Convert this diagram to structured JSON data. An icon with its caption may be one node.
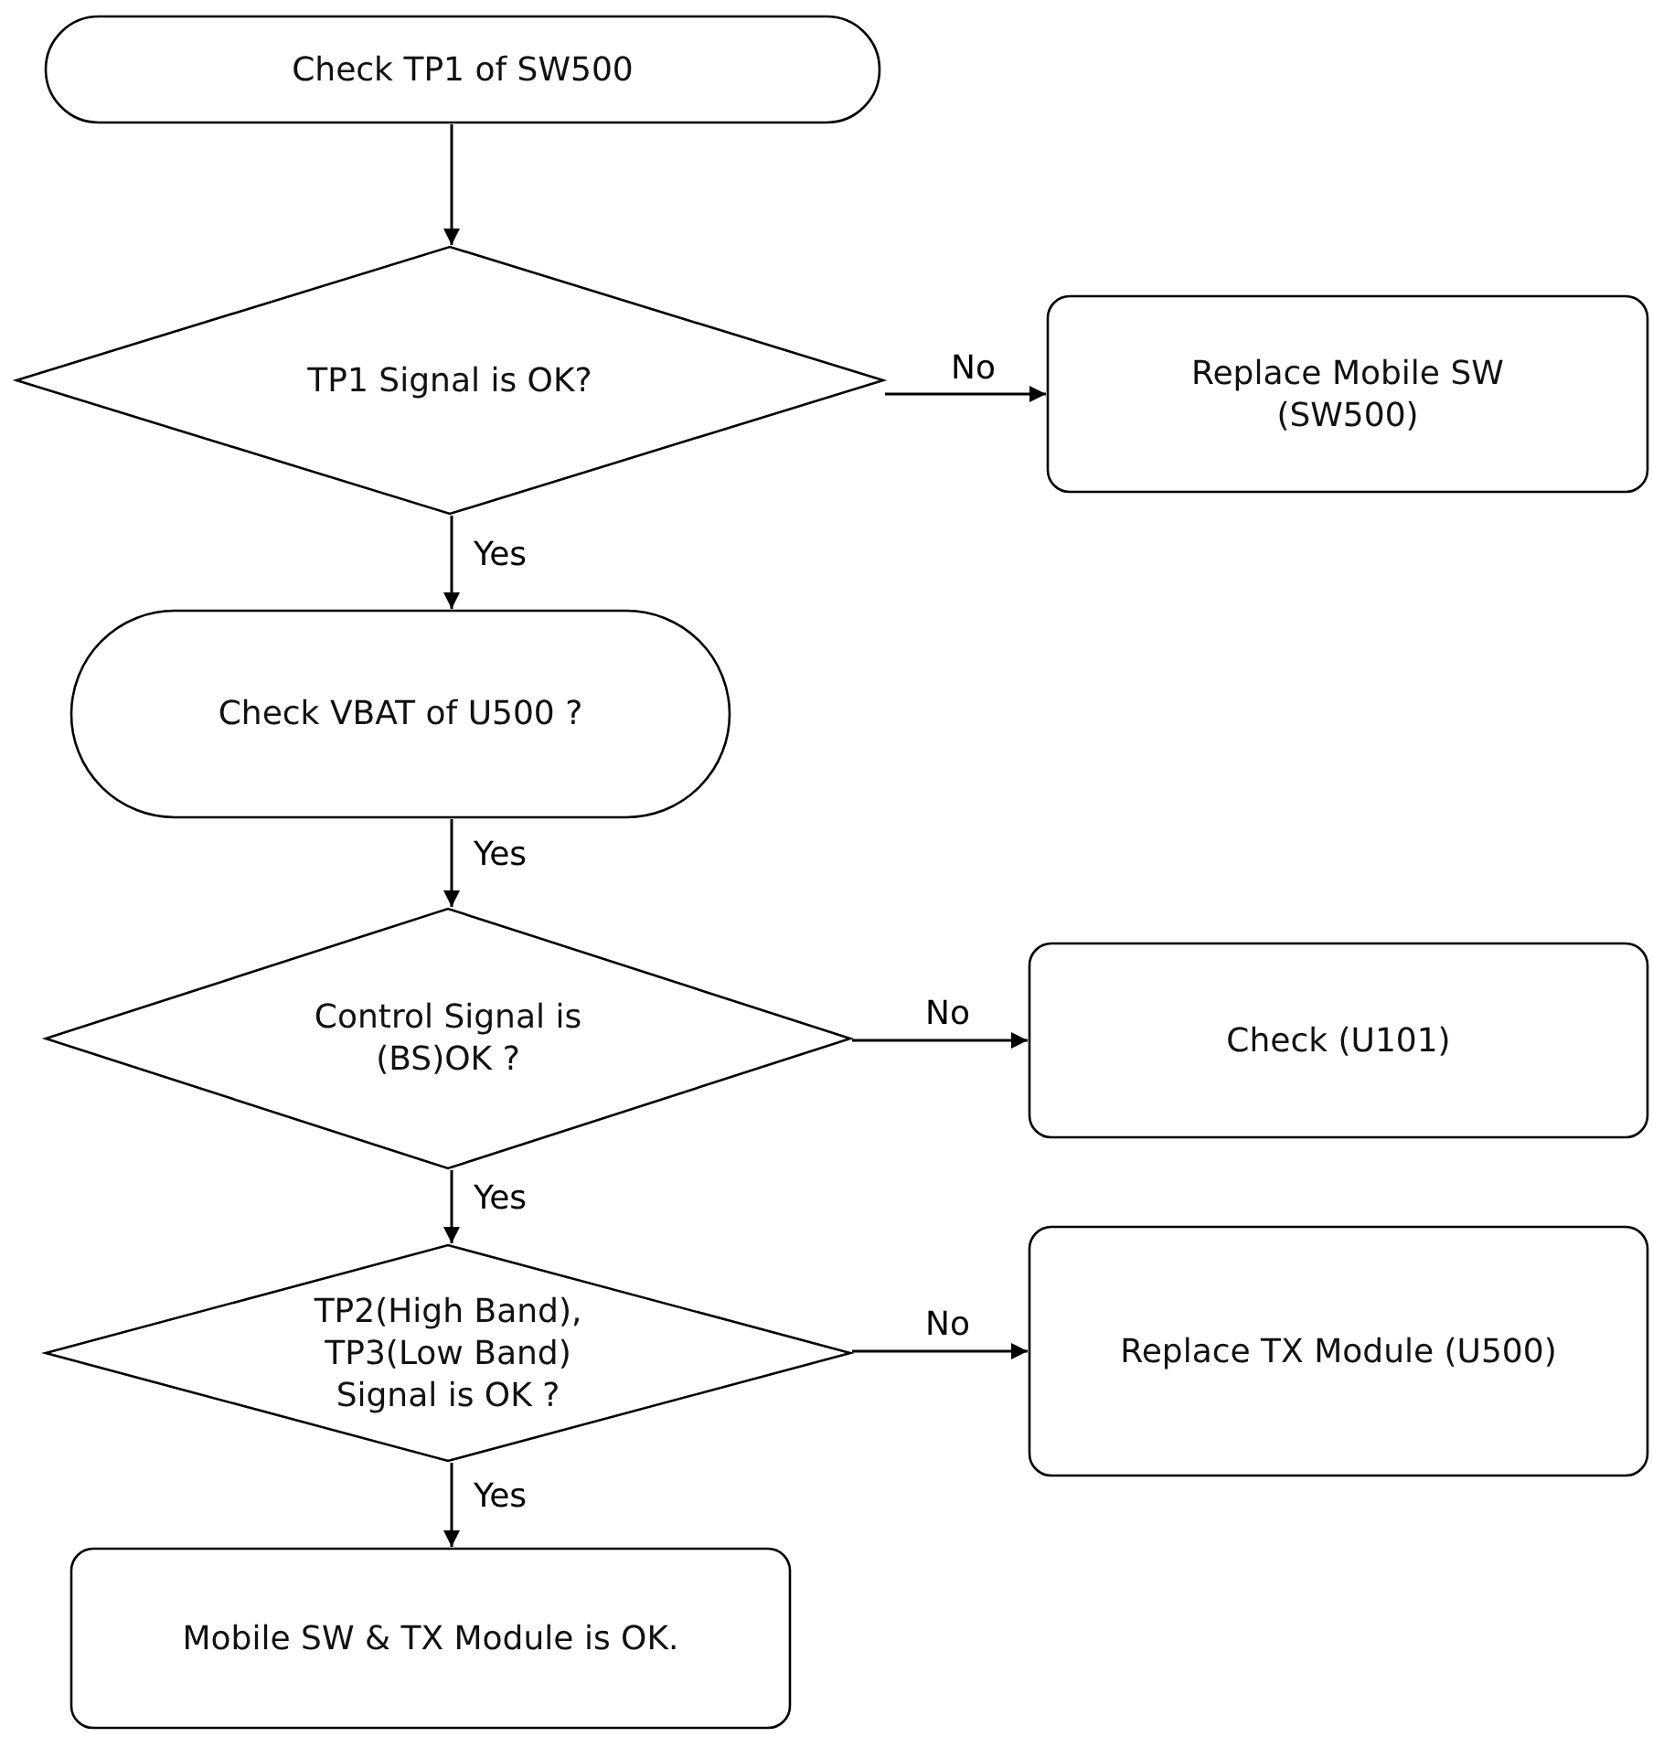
{
  "diagram": {
    "nodes": [
      {
        "text": [
          "Check TP1 of SW500"
        ]
      },
      {
        "text": [
          "TP1 Signal is OK?"
        ]
      },
      {
        "text": [
          "Replace Mobile SW (SW500)"
        ]
      },
      {
        "text": [
          "Check VBAT of U500 ?"
        ]
      },
      {
        "text": [
          "Control Signal is (BS)OK ?"
        ]
      },
      {
        "text": [
          "Check (U101)"
        ]
      },
      {
        "text": [
          "TP2(High Band), TP3(Low Band) Signal is OK ?"
        ]
      },
      {
        "text": [
          "Replace TX Module (U500)"
        ]
      },
      {
        "text": [
          "Mobile SW & TX Module is OK."
        ]
      }
    ],
    "edges": [
      {
        "from": 0,
        "to": 1,
        "arrow": "to"
      },
      {
        "from": 1,
        "to": 2,
        "arrow": "to",
        "label": "No"
      },
      {
        "from": 1,
        "to": 3,
        "arrow": "to",
        "label": "Yes"
      },
      {
        "from": 3,
        "to": 4,
        "arrow": "to",
        "label": "Yes"
      },
      {
        "from": 4,
        "to": 5,
        "arrow": "to",
        "label": "No"
      },
      {
        "from": 4,
        "to": 6,
        "arrow": "to",
        "label": "Yes"
      },
      {
        "from": 6,
        "to": 7,
        "arrow": "to",
        "label": "No"
      },
      {
        "from": 6,
        "to": 8,
        "arrow": "to",
        "label": "Yes"
      }
    ]
  }
}
